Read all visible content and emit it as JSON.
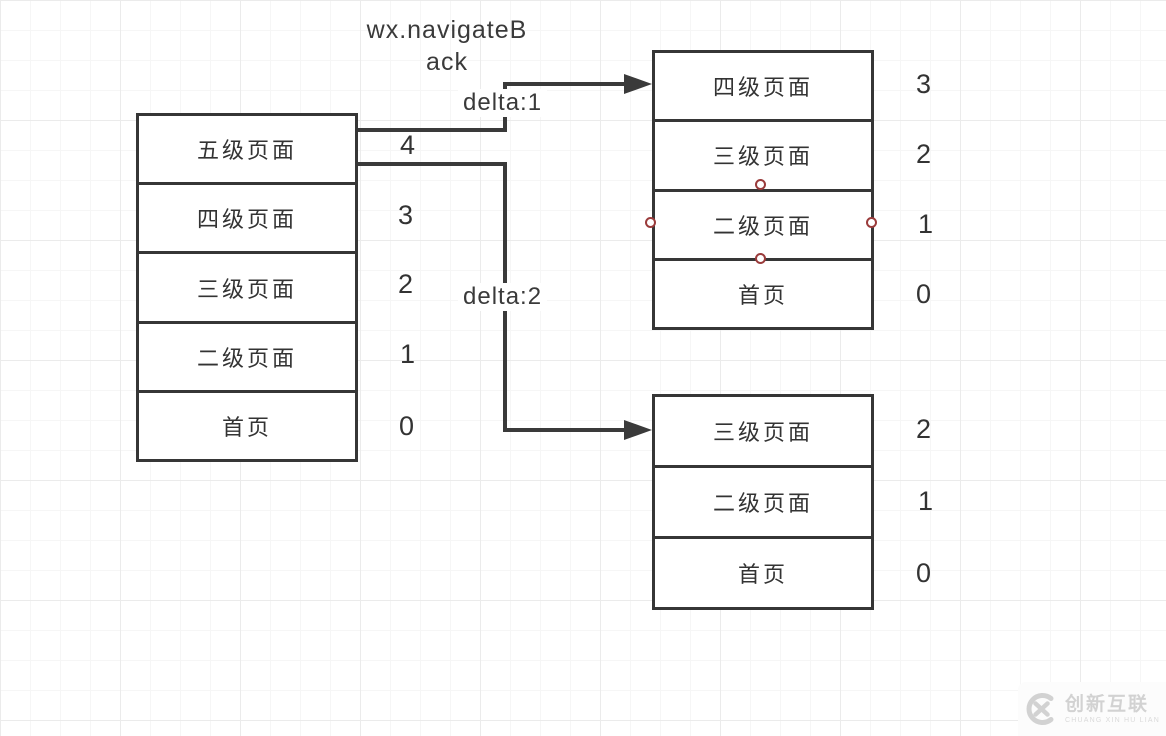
{
  "header": {
    "line1": "wx.navigateB",
    "line2": "ack"
  },
  "connectors": [
    {
      "label": "delta:1"
    },
    {
      "label": "delta:2"
    }
  ],
  "stacks": {
    "left": {
      "rows": [
        {
          "label": "五级页面",
          "index": "4"
        },
        {
          "label": "四级页面",
          "index": "3"
        },
        {
          "label": "三级页面",
          "index": "2"
        },
        {
          "label": "二级页面",
          "index": "1"
        },
        {
          "label": "首页",
          "index": "0"
        }
      ]
    },
    "top_right": {
      "rows": [
        {
          "label": "四级页面",
          "index": "3"
        },
        {
          "label": "三级页面",
          "index": "2"
        },
        {
          "label": "二级页面",
          "index": "1",
          "selected": true
        },
        {
          "label": "首页",
          "index": "0"
        }
      ]
    },
    "bottom_right": {
      "rows": [
        {
          "label": "三级页面",
          "index": "2"
        },
        {
          "label": "二级页面",
          "index": "1"
        },
        {
          "label": "首页",
          "index": "0"
        }
      ]
    }
  },
  "watermark": {
    "name": "创新互联",
    "subtitle": "CHUANG XIN HU LIAN"
  },
  "colors": {
    "stroke": "#3a3a3a",
    "text": "#333333",
    "selection_handle": "#9a3b3b",
    "watermark": "#d2d2d2"
  }
}
